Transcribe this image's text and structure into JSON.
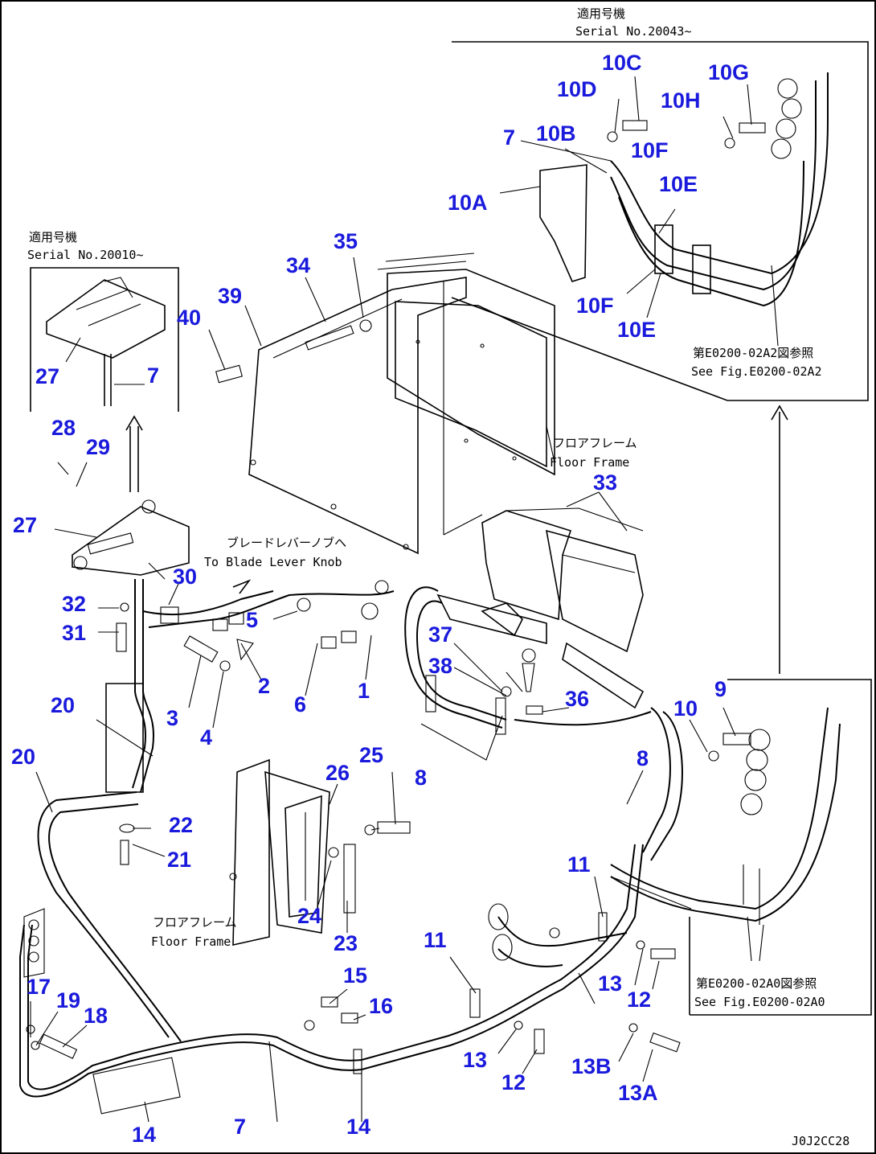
{
  "diagram": {
    "doc_code": "J0J2CC28",
    "inset_top_right": {
      "serial_label_jp": "適用号機",
      "serial_label_en": "Serial No.20043~",
      "ref_jp": "第E0200-02A2図参照",
      "ref_en": "See Fig.E0200-02A2"
    },
    "inset_top_left": {
      "serial_label_jp": "適用号機",
      "serial_label_en": "Serial No.20010~"
    },
    "inset_bottom_right": {
      "ref_jp": "第E0200-02A0図参照",
      "ref_en": "See Fig.E0200-02A0"
    },
    "annotations": {
      "floor_frame_top_jp": "フロアフレーム",
      "floor_frame_top_en": "Floor Frame",
      "blade_knob_jp": "ブレードレバーノブへ",
      "blade_knob_en": "To Blade Lever Knob",
      "floor_frame_bottom_jp": "フロアフレーム",
      "floor_frame_bottom_en": "Floor Frame"
    },
    "callouts": [
      {
        "id": "c1",
        "label": "1"
      },
      {
        "id": "c2",
        "label": "2"
      },
      {
        "id": "c3",
        "label": "3"
      },
      {
        "id": "c4",
        "label": "4"
      },
      {
        "id": "c5",
        "label": "5"
      },
      {
        "id": "c6",
        "label": "6"
      },
      {
        "id": "c7a",
        "label": "7"
      },
      {
        "id": "c7b",
        "label": "7"
      },
      {
        "id": "c7c",
        "label": "7"
      },
      {
        "id": "c8a",
        "label": "8"
      },
      {
        "id": "c8b",
        "label": "8"
      },
      {
        "id": "c9",
        "label": "9"
      },
      {
        "id": "c10",
        "label": "10"
      },
      {
        "id": "c10A",
        "label": "10A"
      },
      {
        "id": "c10B",
        "label": "10B"
      },
      {
        "id": "c10C",
        "label": "10C"
      },
      {
        "id": "c10D",
        "label": "10D"
      },
      {
        "id": "c10Ea",
        "label": "10E"
      },
      {
        "id": "c10Eb",
        "label": "10E"
      },
      {
        "id": "c10Fa",
        "label": "10F"
      },
      {
        "id": "c10Fb",
        "label": "10F"
      },
      {
        "id": "c10G",
        "label": "10G"
      },
      {
        "id": "c10H",
        "label": "10H"
      },
      {
        "id": "c11a",
        "label": "11"
      },
      {
        "id": "c11b",
        "label": "11"
      },
      {
        "id": "c12a",
        "label": "12"
      },
      {
        "id": "c12b",
        "label": "12"
      },
      {
        "id": "c13a",
        "label": "13"
      },
      {
        "id": "c13b",
        "label": "13"
      },
      {
        "id": "c13A",
        "label": "13A"
      },
      {
        "id": "c13B",
        "label": "13B"
      },
      {
        "id": "c14a",
        "label": "14"
      },
      {
        "id": "c14b",
        "label": "14"
      },
      {
        "id": "c15",
        "label": "15"
      },
      {
        "id": "c16",
        "label": "16"
      },
      {
        "id": "c17",
        "label": "17"
      },
      {
        "id": "c18",
        "label": "18"
      },
      {
        "id": "c19",
        "label": "19"
      },
      {
        "id": "c20a",
        "label": "20"
      },
      {
        "id": "c20b",
        "label": "20"
      },
      {
        "id": "c21",
        "label": "21"
      },
      {
        "id": "c22",
        "label": "22"
      },
      {
        "id": "c23",
        "label": "23"
      },
      {
        "id": "c24",
        "label": "24"
      },
      {
        "id": "c25",
        "label": "25"
      },
      {
        "id": "c26",
        "label": "26"
      },
      {
        "id": "c27a",
        "label": "27"
      },
      {
        "id": "c27b",
        "label": "27"
      },
      {
        "id": "c28",
        "label": "28"
      },
      {
        "id": "c29",
        "label": "29"
      },
      {
        "id": "c30",
        "label": "30"
      },
      {
        "id": "c31",
        "label": "31"
      },
      {
        "id": "c32",
        "label": "32"
      },
      {
        "id": "c33",
        "label": "33"
      },
      {
        "id": "c34",
        "label": "34"
      },
      {
        "id": "c35",
        "label": "35"
      },
      {
        "id": "c36",
        "label": "36"
      },
      {
        "id": "c37",
        "label": "37"
      },
      {
        "id": "c38",
        "label": "38"
      },
      {
        "id": "c39",
        "label": "39"
      },
      {
        "id": "c40",
        "label": "40"
      }
    ],
    "colors": {
      "callout": "#1a1adc",
      "line": "#000000",
      "background": "#ffffff"
    }
  }
}
